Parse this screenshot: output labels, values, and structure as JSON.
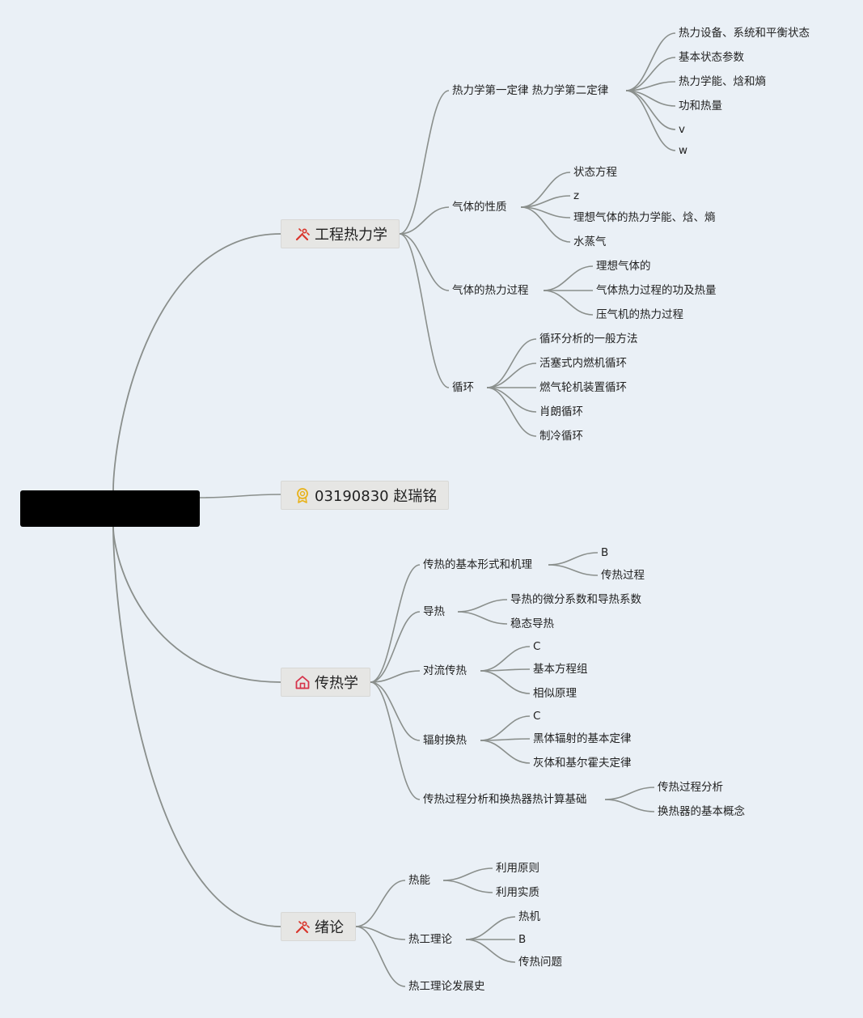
{
  "root": {
    "label": ""
  },
  "branches": [
    {
      "id": "b1",
      "label": "工程热力学",
      "icon": "tools-icon",
      "children": [
        {
          "label": "热力学第一定律 热力学第二定律",
          "children": [
            "热力设备、系统和平衡状态",
            "基本状态参数",
            "热力学能、焓和熵",
            "功和热量",
            "v",
            "w"
          ]
        },
        {
          "label": "气体的性质",
          "children": [
            "状态方程",
            "z",
            "理想气体的热力学能、焓、熵",
            "水蒸气"
          ]
        },
        {
          "label": "气体的热力过程",
          "children": [
            "理想气体的",
            "气体热力过程的功及热量",
            "压气机的热力过程"
          ]
        },
        {
          "label": "循环",
          "children": [
            "循环分析的一般方法",
            "活塞式内燃机循环",
            "燃气轮机装置循环",
            "肖朗循环",
            "制冷循环"
          ]
        }
      ]
    },
    {
      "id": "b2",
      "label": "03190830 赵瑞铭",
      "icon": "award-icon",
      "children": []
    },
    {
      "id": "b3",
      "label": "传热学",
      "icon": "home-icon",
      "children": [
        {
          "label": "传热的基本形式和机理",
          "children": [
            "B",
            "传热过程"
          ]
        },
        {
          "label": "导热",
          "children": [
            "导热的微分系数和导热系数",
            "稳态导热"
          ]
        },
        {
          "label": "对流传热",
          "children": [
            "C",
            "基本方程组",
            "相似原理"
          ]
        },
        {
          "label": "辐射换热",
          "children": [
            "C",
            "黑体辐射的基本定律",
            "灰体和基尔霍夫定律"
          ]
        },
        {
          "label": "传热过程分析和换热器热计算基础",
          "children": [
            "传热过程分析",
            "换热器的基本概念"
          ]
        }
      ]
    },
    {
      "id": "b4",
      "label": "绪论",
      "icon": "tools-icon",
      "children": [
        {
          "label": "热能",
          "children": [
            "利用原则",
            "利用实质"
          ]
        },
        {
          "label": "热工理论",
          "children": [
            "热机",
            "B",
            "传热问题"
          ]
        },
        {
          "label": "热工理论发展史",
          "children": []
        }
      ]
    }
  ],
  "colors": {
    "background": "#eaf0f6",
    "link": "#8a8f8c",
    "branch_fill": "#e6e6e4",
    "tools_icon": "#d9362c",
    "award_icon": "#e8b21a",
    "home_icon": "#d6334a"
  }
}
